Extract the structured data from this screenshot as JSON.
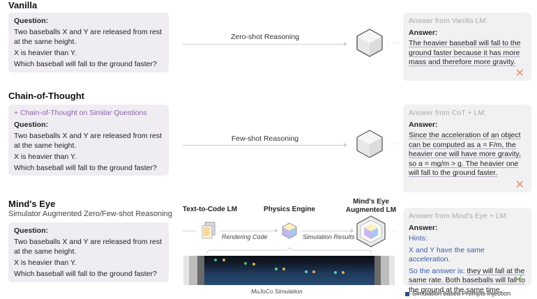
{
  "sections": {
    "vanilla": {
      "title": "Vanilla",
      "question_label": "Question:",
      "question_lines": [
        "Two baseballs X and Y are released from rest at the same height.",
        "X is heavier than Y.",
        "Which baseball will fall to the ground faster?"
      ],
      "arrow_label": "Zero-shot Reasoning",
      "answer_from": "Answer from Vanilla LM:",
      "answer_label": "Answer:",
      "answer_text": "The heavier baseball will fall to the ground faster because it has more mass and therefore more gravity.",
      "verdict": "cross"
    },
    "cot": {
      "title": "Chain-of-Thought",
      "prefix": "+ Chain-of-Thought on Similar Questions",
      "question_label": "Question:",
      "question_lines": [
        "Two baseballs X and Y are released from rest at the same height.",
        "X is heavier than Y.",
        "Which baseball will fall to the ground faster?"
      ],
      "arrow_label": "Few-shot Reasoning",
      "answer_from": "Answer from CoT + LM:",
      "answer_label": "Answer:",
      "answer_text": "Since the acceleration of an object can be computed as a = F/m, the heavier one will have more gravity, so a = mg/m > g. The heavier one will fall to the ground faster.",
      "verdict": "cross"
    },
    "minds_eye": {
      "title": "Mind's Eye",
      "subtitle": "Simulator Augmented Zero/Few-shot Reasoning",
      "question_label": "Question:",
      "question_lines": [
        "Two baseballs X and Y are released from rest at the same height.",
        "X is heavier than Y.",
        "Which baseball will fall to the ground faster?"
      ],
      "stages": {
        "text_to_code": "Text-to-Code LM",
        "physics_engine": "Physics Engine",
        "augmented_lm": "Mind's Eye Augmented LM"
      },
      "edge_labels": {
        "rendering_code": "Rendering Code",
        "simulation_results": "Simulation Results"
      },
      "simulation_caption": "MuJoCo Simulation",
      "answer_from": "Answer from Mind's Eye + LM:",
      "answer_label": "Answer:",
      "hints_label": "Hints:",
      "hint_text": "X and Y have the same acceleration.",
      "answer_prefix": "So the answer is: ",
      "answer_text": "they will fall at the same rate. Both baseballs will fall to the ground at the same time.",
      "verdict": "check"
    }
  },
  "legend": {
    "label": "Simulation based Prompts Injection",
    "color": "#2c4a80"
  },
  "colors": {
    "cross": "#e98a74",
    "check": "#6cc04a",
    "hint": "#3a5ba8",
    "cot_prefix": "#8a63a8"
  },
  "icons": {
    "cross": "✕",
    "check": "✓"
  }
}
